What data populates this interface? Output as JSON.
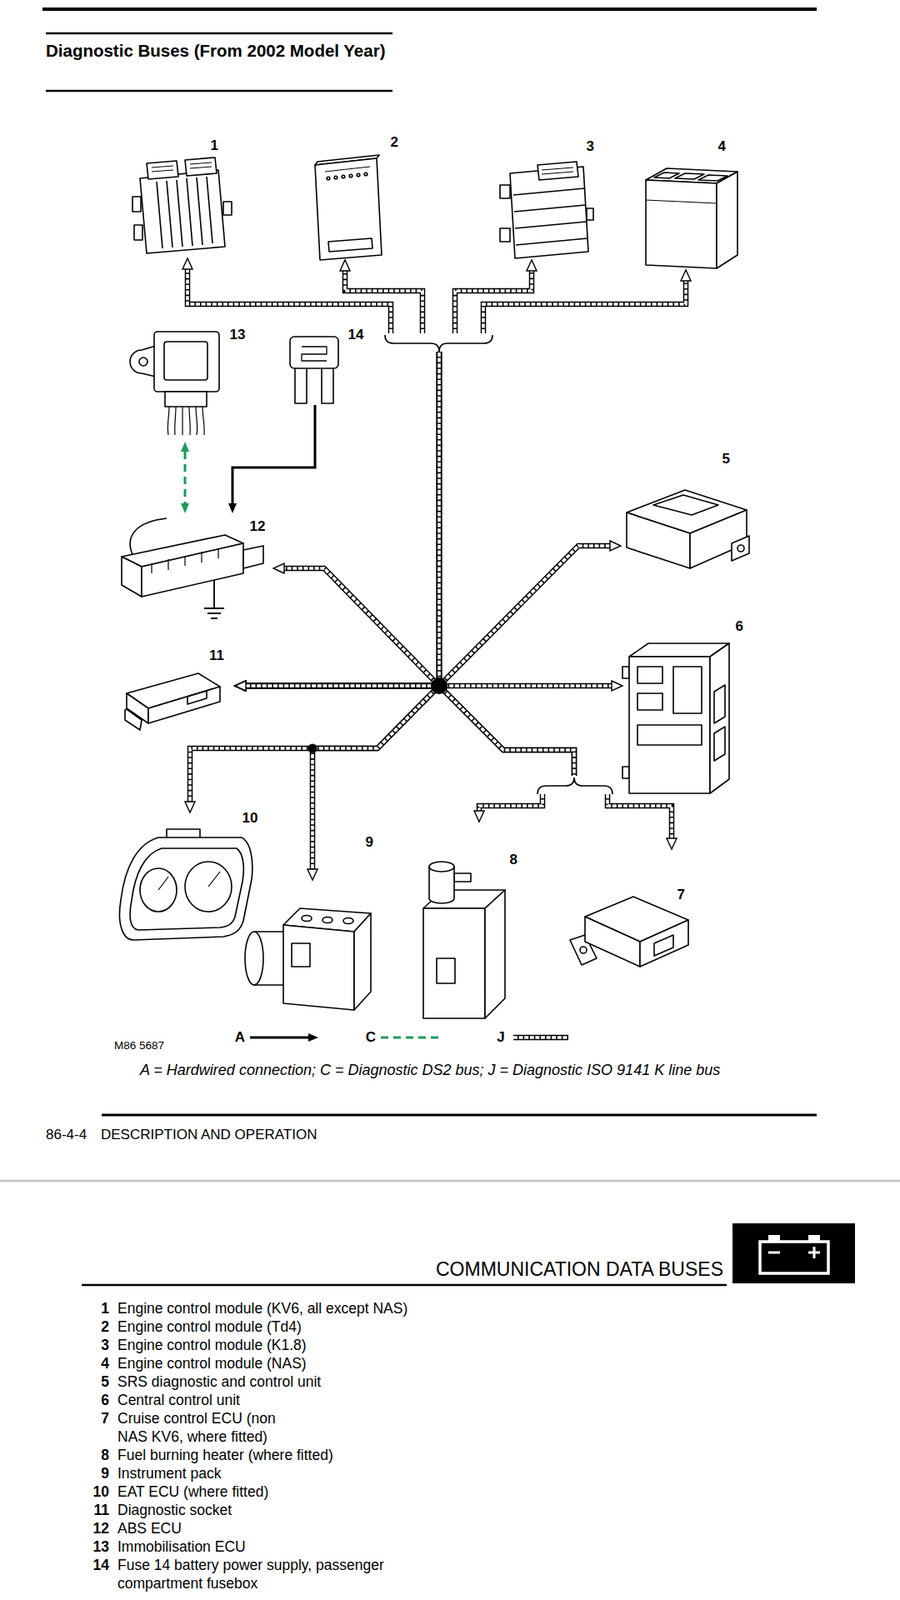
{
  "diagram": {
    "title": "Diagnostic Buses (From 2002 Model Year)",
    "caption": "A = Hardwired connection; C = Diagnostic DS2 bus; J = Diagnostic ISO 9141 K line bus",
    "nodes": [
      {
        "text": [
          "1"
        ]
      },
      {
        "text": [
          "2"
        ]
      },
      {
        "text": [
          "3"
        ]
      },
      {
        "text": [
          "4"
        ]
      },
      {
        "text": [
          "13"
        ]
      },
      {
        "text": [
          "14"
        ]
      },
      {
        "text": [
          "5"
        ]
      },
      {
        "text": [
          "12"
        ]
      },
      {
        "text": [
          "6"
        ]
      },
      {
        "text": [
          "11"
        ]
      },
      {
        "text": [
          "10"
        ]
      },
      {
        "text": [
          "9"
        ]
      },
      {
        "text": [
          "8"
        ]
      },
      {
        "text": [
          "7"
        ]
      }
    ],
    "edges": [
      {
        "from": 5,
        "to": 7,
        "arrow": "to"
      },
      {
        "from": 4,
        "to": 7,
        "arrow": "both"
      },
      {
        "from": 9,
        "to": 0,
        "arrow": "both"
      },
      {
        "from": 9,
        "to": 1,
        "arrow": "both"
      },
      {
        "from": 9,
        "to": 2,
        "arrow": "both"
      },
      {
        "from": 9,
        "to": 3,
        "arrow": "both"
      },
      {
        "from": 9,
        "to": 6,
        "arrow": "both"
      },
      {
        "from": 9,
        "to": 7,
        "arrow": "both"
      },
      {
        "from": 9,
        "to": 8,
        "arrow": "both"
      },
      {
        "from": 9,
        "to": 10,
        "arrow": "both"
      },
      {
        "from": 9,
        "to": 11,
        "arrow": "both"
      },
      {
        "from": 9,
        "to": 12,
        "arrow": "both"
      },
      {
        "from": 9,
        "to": 13,
        "arrow": "both"
      }
    ],
    "labels": [
      "M86 5687",
      "86-4-4",
      "DESCRIPTION AND OPERATION",
      "COMMUNICATION DATA BUSES",
      "1",
      "Engine control module (KV6, all except NAS)",
      "2",
      "Engine control module (Td4)",
      "3",
      "Engine control module (K1.8)",
      "4",
      "Engine control module (NAS)",
      "5",
      "SRS diagnostic and control unit",
      "6",
      "Central control unit",
      "7",
      "Cruise control ECU (non NAS KV6, where fitted)",
      "8",
      "Fuel burning heater (where fitted)",
      "9",
      "Instrument pack",
      "10",
      "EAT ECU (where fitted)",
      "11",
      "Diagnostic socket",
      "12",
      "ABS ECU",
      "13",
      "Immobilisation ECU",
      "14",
      "Fuse 14 battery power supply, passenger compartment fusebox"
    ],
    "legend": [
      {
        "text": "A"
      },
      {
        "text": "C"
      },
      {
        "text": "J"
      }
    ]
  }
}
